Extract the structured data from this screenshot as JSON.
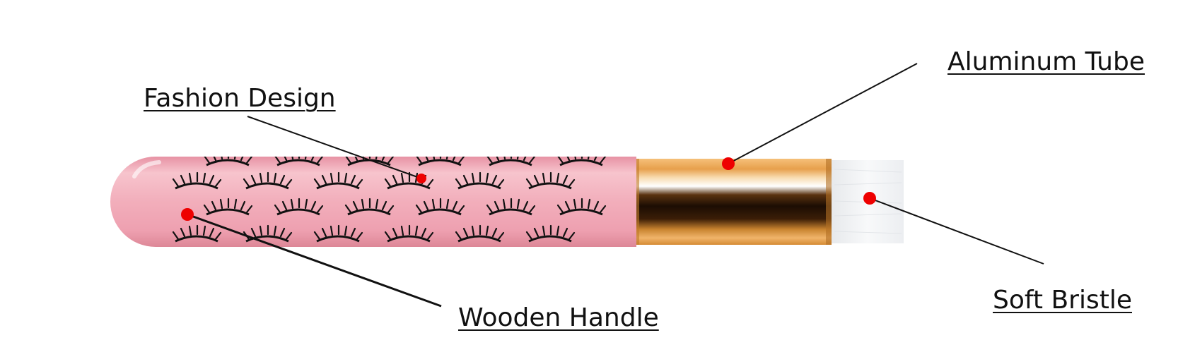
{
  "labels": {
    "fashion_design": "Fashion Design",
    "aluminum_tube": "Aluminum Tube",
    "wooden_handle": "Wooden Handle",
    "soft_bristle": "Soft Bristle"
  },
  "colors": {
    "handle_pink": "#f2aebb",
    "handle_shadow": "#e38f9f",
    "ferrule_gold": "#e9a85a",
    "ferrule_dark": "#2a1606",
    "bristle_white": "#f4f5f6",
    "marker_red": "#ee0000",
    "leader_line": "#111111"
  },
  "icons": {
    "pattern": "eyelash-icon"
  }
}
